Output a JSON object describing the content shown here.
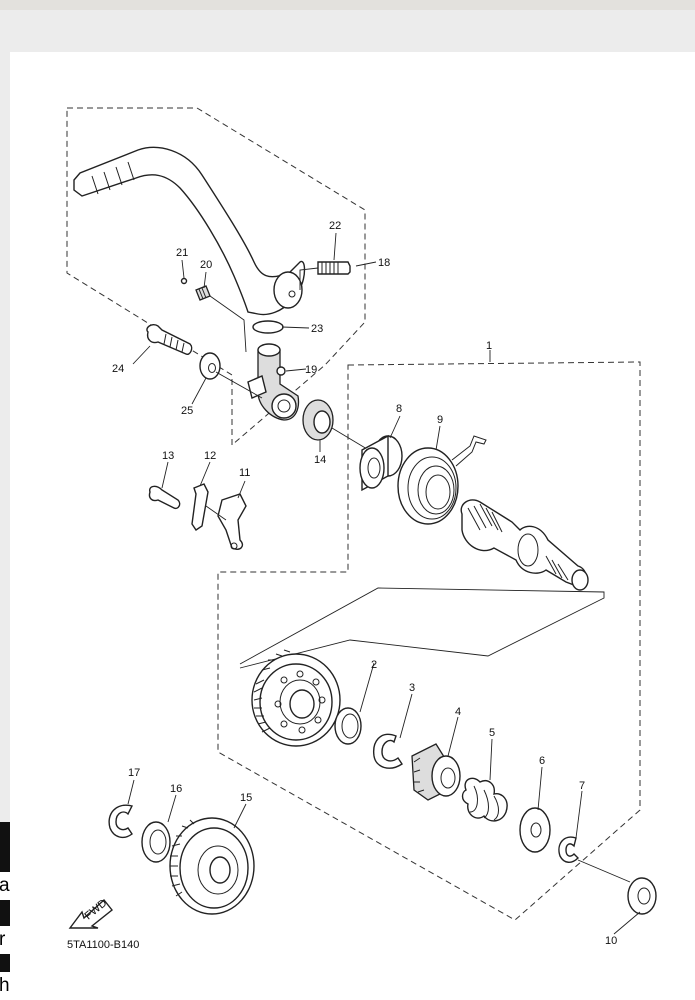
{
  "diagram": {
    "code": "5TA1100-B140",
    "fwd_label": "FWD",
    "callouts": [
      "1",
      "2",
      "3",
      "4",
      "5",
      "6",
      "7",
      "8",
      "9",
      "10",
      "11",
      "12",
      "13",
      "14",
      "15",
      "16",
      "17",
      "18",
      "19",
      "20",
      "21",
      "22",
      "23",
      "24",
      "25"
    ]
  },
  "side_tab": {
    "glyphs": [
      "a",
      "r",
      "h"
    ]
  }
}
